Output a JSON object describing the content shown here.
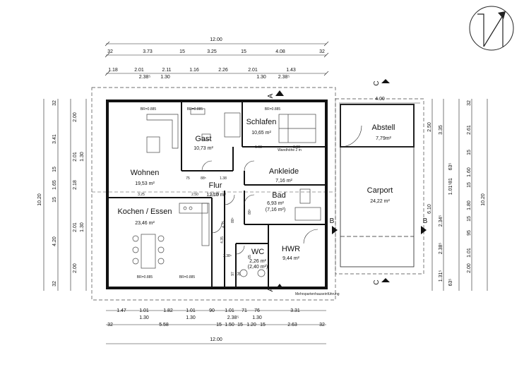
{
  "dims": {
    "top_total": "12.00",
    "top_row1": [
      "32",
      "3.73",
      "15",
      "3.25",
      "15",
      "4.08",
      "32"
    ],
    "top_row2": [
      "1.18",
      "2.01",
      "2.11",
      "1.16",
      "2.26",
      "2.01",
      "1.43"
    ],
    "top_row2_sub": [
      "2.38⁵",
      "1.30",
      "1.30",
      "2.38⁵"
    ],
    "bottom_row1": [
      "1.47",
      "1.01",
      "1.82",
      "1.01",
      "90",
      "1.01",
      "71",
      "76",
      "3.31"
    ],
    "bottom_row1_sub": [
      "1.30",
      "1.30",
      "2.38⁵",
      "1.30"
    ],
    "bottom_row2": [
      "32",
      "5.58",
      "15",
      "1.50",
      "15",
      "1.20",
      "15",
      "2.63",
      "32"
    ],
    "bottom_total": "12.00",
    "left_outer": "10.20",
    "left_mid": [
      "32",
      "3.41",
      "15",
      "1.65",
      "15",
      "4.20",
      "32"
    ],
    "left_inner": [
      "2.00",
      "2.01",
      "2.18",
      "2.01",
      "2.00"
    ],
    "left_inner_sub": [
      "1.30",
      "1.30"
    ],
    "carport_top": "4.00",
    "right_a": [
      "2.50",
      "6.10"
    ],
    "right_b": [
      "3.35",
      "2.34⁵",
      "2.38⁵",
      "1.31⁵"
    ],
    "right_c": [
      "32",
      "2.61",
      "15",
      "1.60",
      "15",
      "1.80",
      "15",
      "95",
      "1.01",
      "2.00"
    ],
    "right_c_small": [
      "63⁵",
      "81",
      "1.01⁵",
      "63⁵"
    ],
    "right_outer": "10.20",
    "interior": [
      "75",
      "88⁵",
      "1.38",
      "1.08",
      "3.00",
      "3.25",
      "2.50",
      "12.10",
      "2.38⁵"
    ],
    "interior_small": [
      "88⁵",
      "88⁵",
      "4.35",
      "97",
      "34",
      "65",
      "4.35"
    ]
  },
  "rooms": [
    {
      "name": "Gast",
      "area": "10,73 m²"
    },
    {
      "name": "Schlafen",
      "area": "10,65 m²"
    },
    {
      "name": "Wohnen",
      "area": "19,53 m²"
    },
    {
      "name": "Ankleide",
      "area": "7,16 m²"
    },
    {
      "name": "Flur",
      "area": "12,10 m²"
    },
    {
      "name": "Bad",
      "area": "6,93 m²",
      "area2": "(7,16 m²)"
    },
    {
      "name": "Kochen / Essen",
      "area": "23,46 m²"
    },
    {
      "name": "WC",
      "area": "2,26 m²",
      "area2": "(2,40 m²)"
    },
    {
      "name": "HWR",
      "area": "9,44 m²"
    },
    {
      "name": "Abstell",
      "area": "7,79m²"
    },
    {
      "name": "Carport",
      "area": "24,22 m²"
    }
  ],
  "notes": {
    "wardrobe": "Wandhöhe 2 m",
    "utility": "Mehrspartenhauseinführung"
  },
  "sections": {
    "a": "A",
    "b": "B",
    "c": "C"
  },
  "window_labels": [
    "BR=0.885",
    "BR=0.885",
    "BR=0.885",
    "BR=0.885",
    "BR=0.885"
  ]
}
